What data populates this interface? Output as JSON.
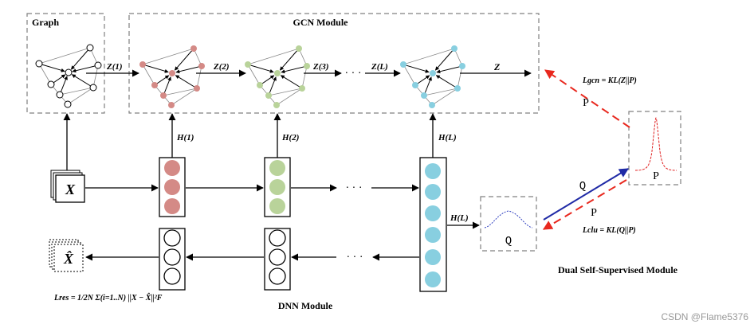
{
  "labels": {
    "graph": "Graph",
    "gcn_module": "GCN Module",
    "dnn_module": "DNN Module",
    "dual_module": "Dual Self-Supervised Module",
    "x": "X",
    "x_hat": "X̂",
    "z1": "Z(1)",
    "z2": "Z(2)",
    "z3": "Z(3)",
    "zL": "Z(L)",
    "z": "Z",
    "h1": "H(1)",
    "h2": "H(2)",
    "hL": "H(L)",
    "hL_side": "H(L)",
    "ellipsis": "· · ·",
    "p_upper": "P",
    "p_box": "P",
    "p_lower": "P",
    "q_upper": "Q",
    "q_box": "Q",
    "l_gcn": "Lgcn = KL(Z||P)",
    "l_clu": "Lclu = KL(Q||P)",
    "l_res": "Lres = 1/2N Σ(i=1..N) ||X − X̂||²F",
    "watermark": "CSDN @Flame5376"
  },
  "colors": {
    "red_node": "#d48a86",
    "green_node": "#b9d39a",
    "blue_node": "#88cfe0",
    "dashed_border": "#808080",
    "p_arrow": "#e8281e",
    "q_arrow": "#1f2aa6",
    "p_curve": "#e02020",
    "q_curve": "#3040c0"
  }
}
